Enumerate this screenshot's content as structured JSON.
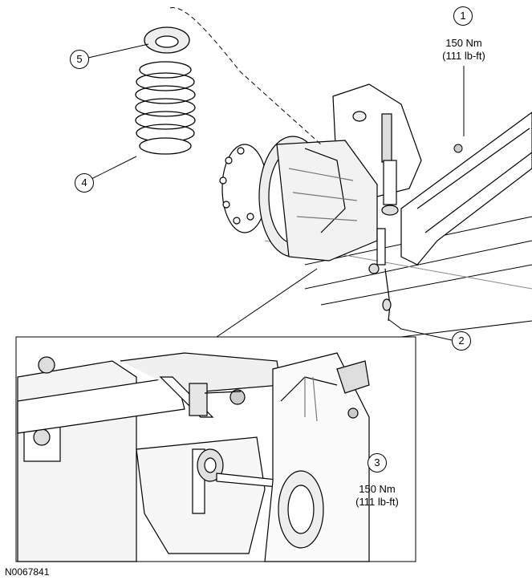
{
  "figure_id": "N0067841",
  "callouts": [
    {
      "number": "1",
      "torque_nm": "150 Nm",
      "torque_lbft": "(111 lb-ft)"
    },
    {
      "number": "2"
    },
    {
      "number": "3",
      "torque_nm": "150 Nm",
      "torque_lbft": "(111 lb-ft)"
    },
    {
      "number": "4"
    },
    {
      "number": "5"
    }
  ],
  "parts": [
    "coil-spring",
    "spring-insulator",
    "shock-absorber",
    "axle-hub",
    "stabilizer-link",
    "lower-arm",
    "frame-crossmember"
  ],
  "colors": {
    "line": "#000000",
    "shade": "#d9d9d9",
    "background": "#ffffff"
  }
}
